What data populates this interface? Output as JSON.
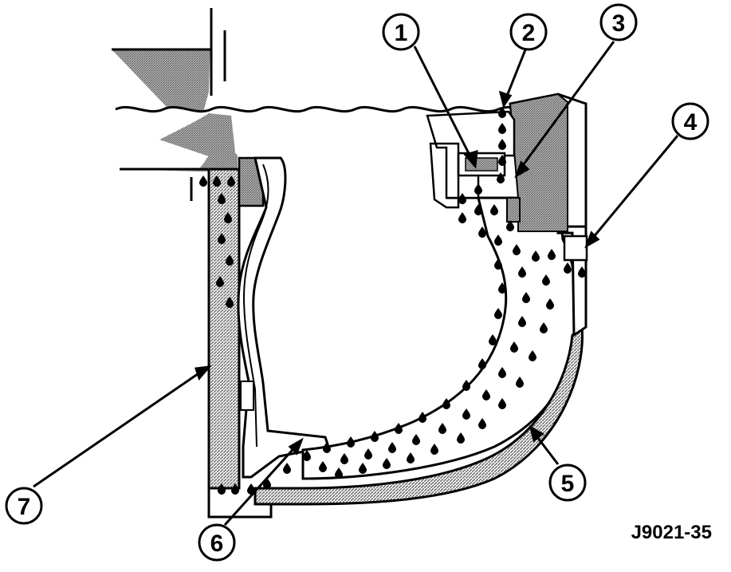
{
  "diagram": {
    "figure_code": "J9021-35",
    "callouts": [
      {
        "id": "callout-1",
        "label": "1"
      },
      {
        "id": "callout-2",
        "label": "2"
      },
      {
        "id": "callout-3",
        "label": "3"
      },
      {
        "id": "callout-4",
        "label": "4"
      },
      {
        "id": "callout-5",
        "label": "5"
      },
      {
        "id": "callout-6",
        "label": "6"
      },
      {
        "id": "callout-7",
        "label": "7"
      }
    ],
    "colors": {
      "line": "#000000",
      "hatch": "#888888",
      "background": "#ffffff"
    }
  }
}
